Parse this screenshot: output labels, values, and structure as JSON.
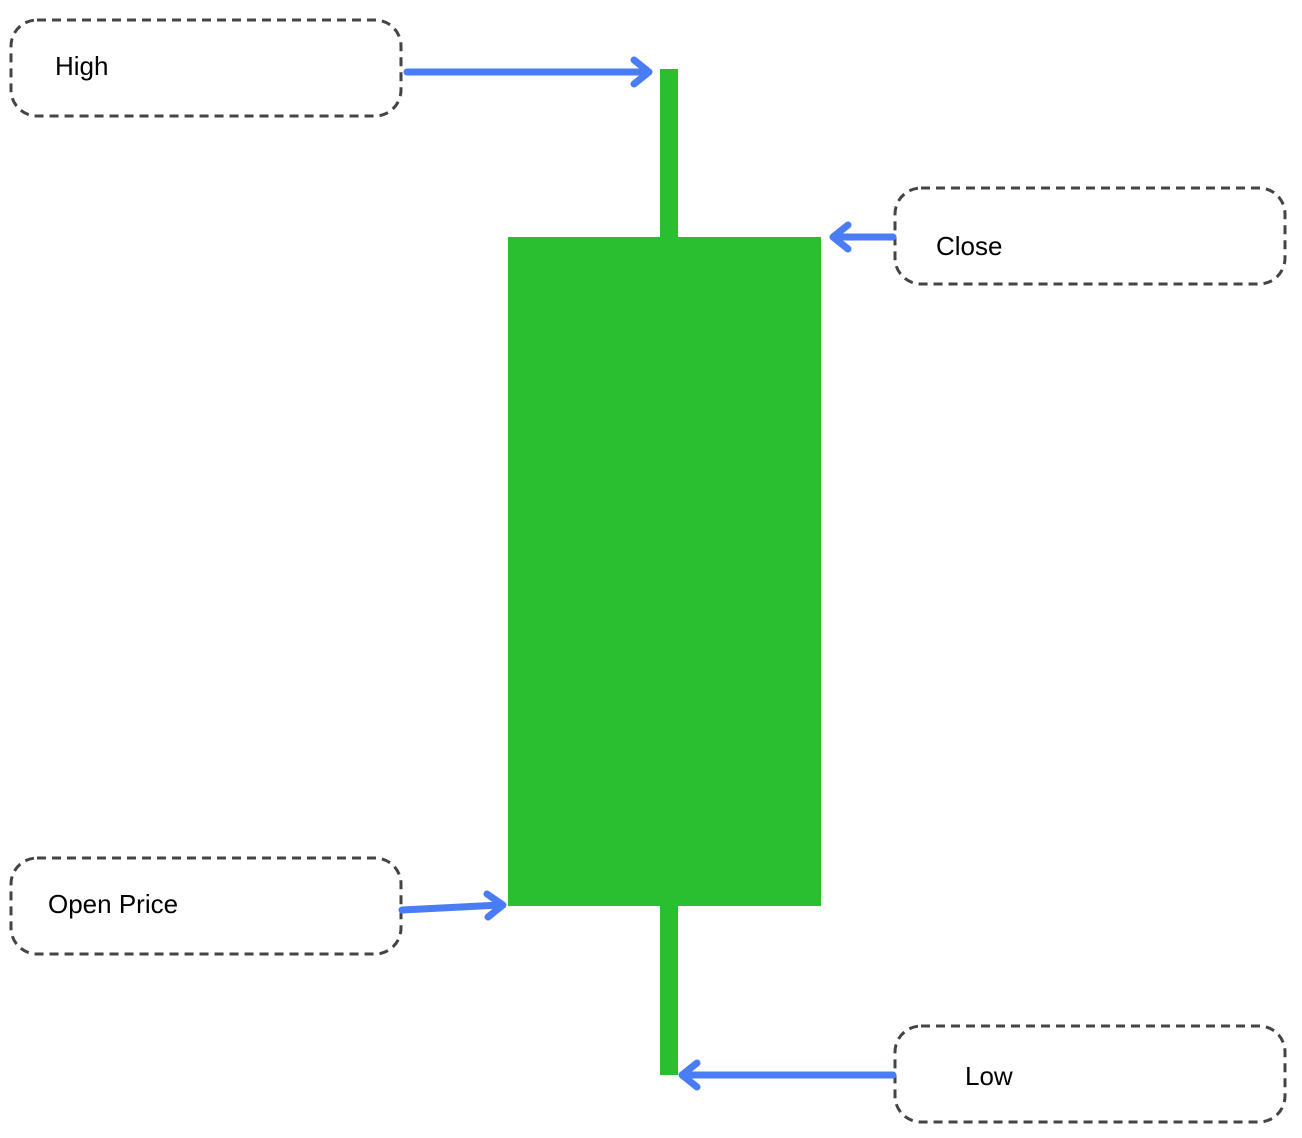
{
  "labels": {
    "high": "High",
    "close": "Close",
    "open": "Open Price",
    "low": "Low"
  },
  "colors": {
    "candle_body": "#29bf30",
    "candle_wick": "#29bf30",
    "arrow": "#4a7df5",
    "callout_border": "#444444",
    "background": "#ffffff",
    "text": "#000000"
  }
}
